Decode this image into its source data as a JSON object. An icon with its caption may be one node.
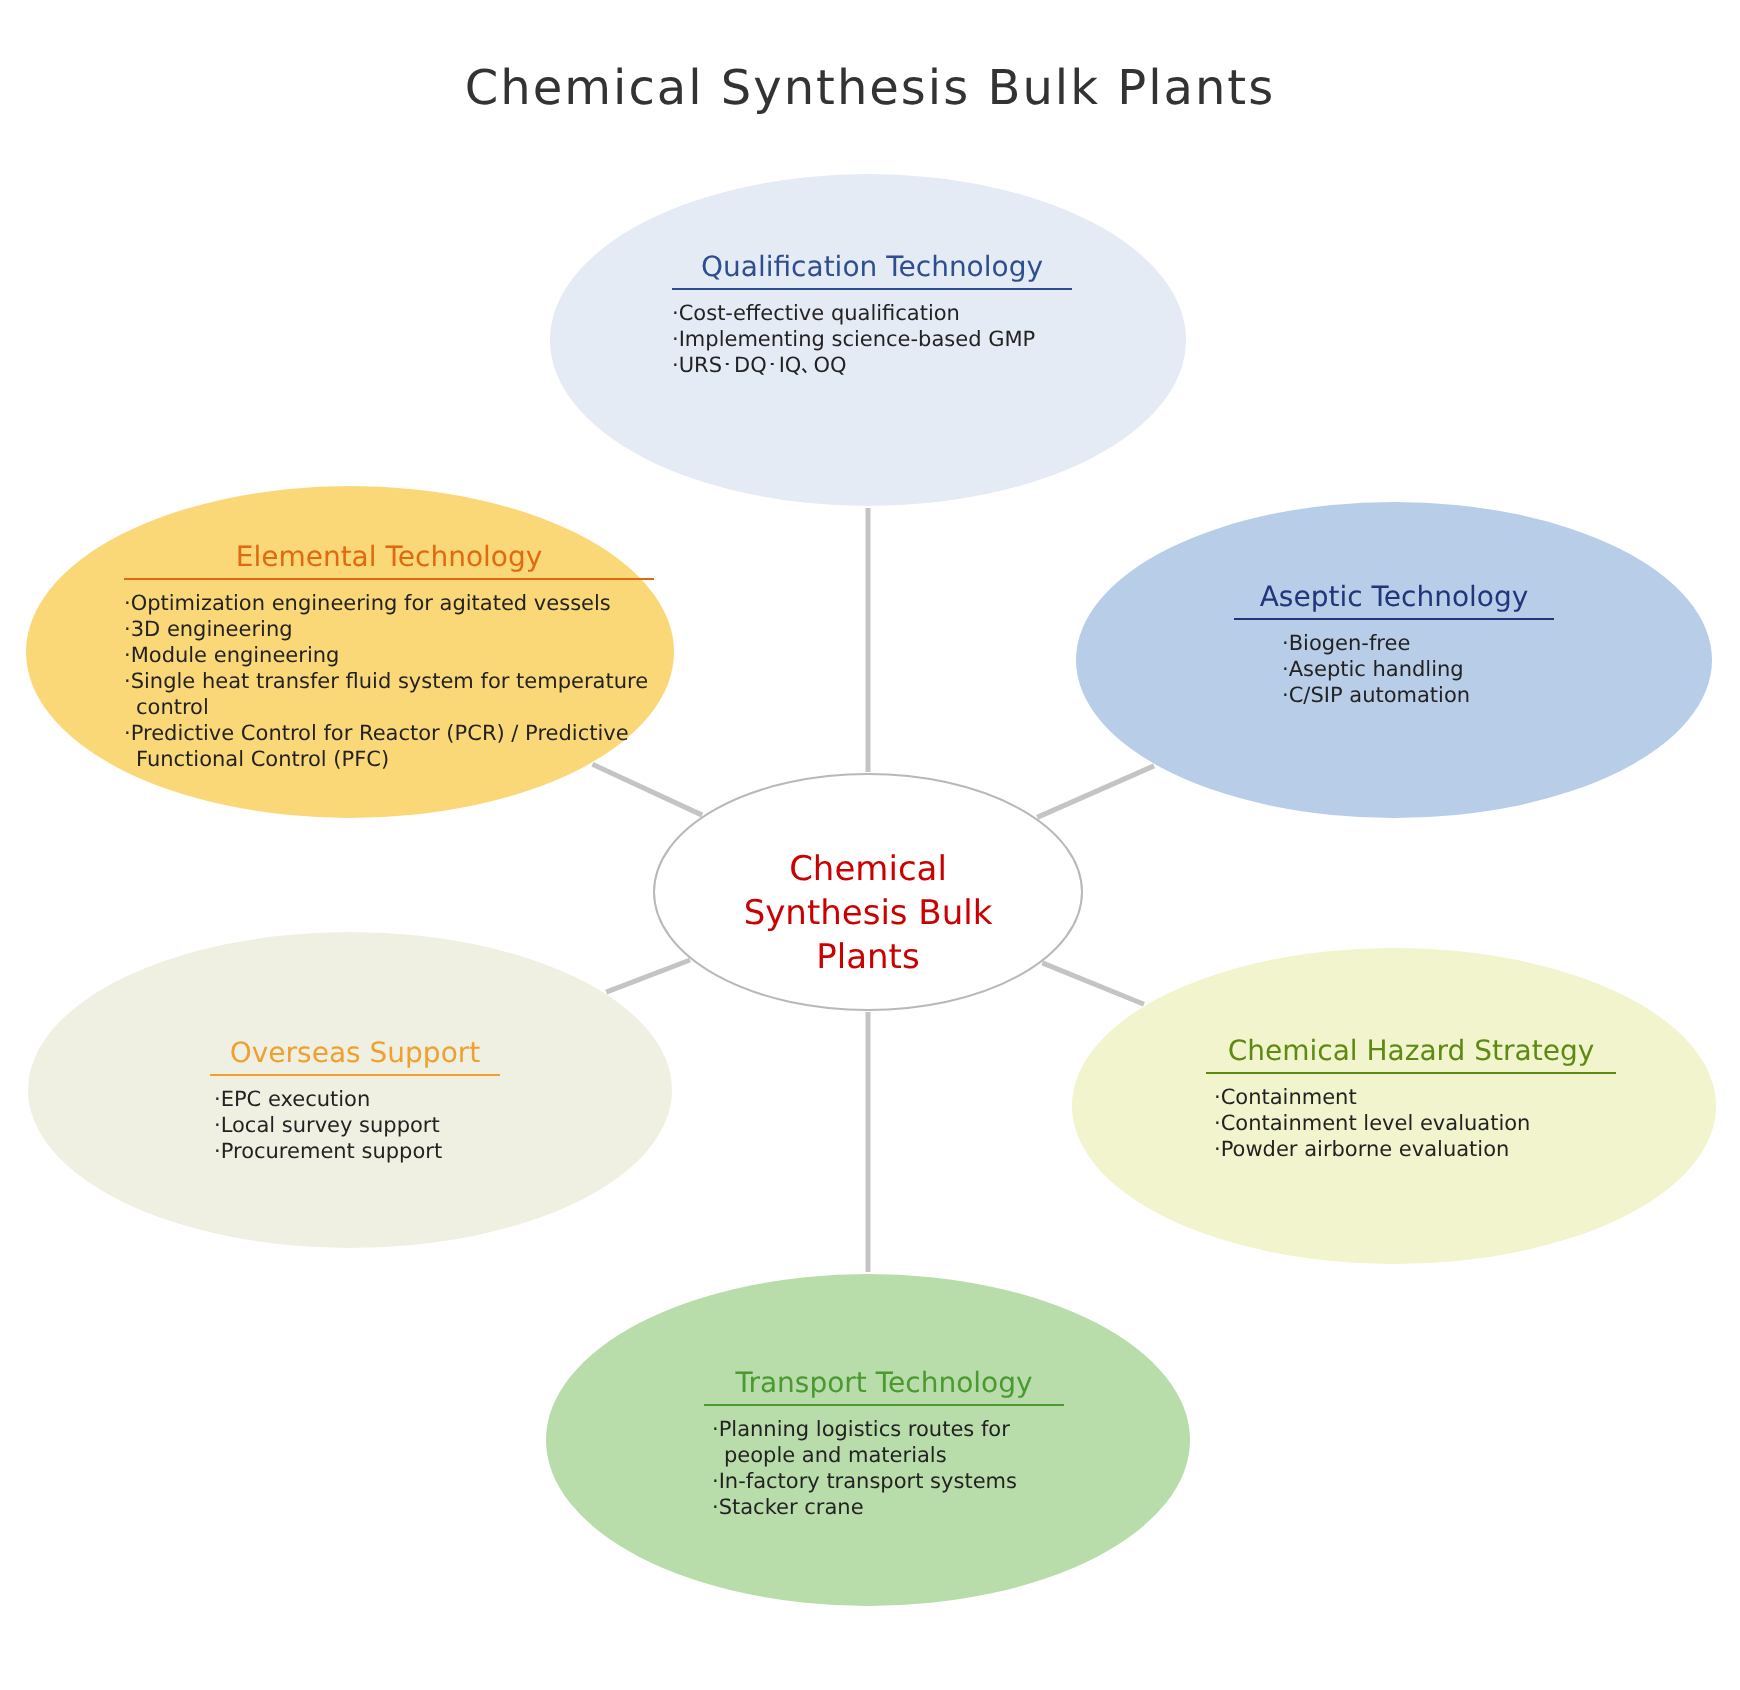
{
  "diagram": {
    "title": "Chemical Synthesis Bulk Plants",
    "nodes": [
      {
        "text": [
          "Qualification Technology",
          "·Cost-effective qualification",
          "·Implementing science-based GMP",
          "·URS･DQ･IQ､OQ"
        ]
      },
      {
        "text": [
          "Elemental Technology",
          "·Optimization engineering for agitated vessels",
          "·3D engineering",
          "·Module engineering",
          "·Single heat transfer fluid system for temperature control",
          "·Predictive Control for Reactor (PCR) / Predictive Functional Control (PFC)"
        ]
      },
      {
        "text": [
          "Aseptic Technology",
          "·Biogen-free",
          "·Aseptic handling",
          "·C/SIP automation"
        ]
      },
      {
        "text": [
          "Chemical Synthesis Bulk Plants"
        ]
      },
      {
        "text": [
          "Overseas Support",
          "·EPC execution",
          "·Local survey support",
          "·Procurement support"
        ]
      },
      {
        "text": [
          "Chemical Hazard Strategy",
          "·Containment",
          "·Containment level evaluation",
          "·Powder airborne evaluation"
        ]
      },
      {
        "text": [
          "Transport Technology",
          "·Planning logistics routes for people and materials",
          "·In-factory transport systems",
          "·Stacker crane"
        ]
      }
    ],
    "edges": [
      {
        "from": 3,
        "to": 0,
        "arrow": "none"
      },
      {
        "from": 3,
        "to": 1,
        "arrow": "none"
      },
      {
        "from": 3,
        "to": 2,
        "arrow": "none"
      },
      {
        "from": 3,
        "to": 4,
        "arrow": "none"
      },
      {
        "from": 3,
        "to": 5,
        "arrow": "none"
      },
      {
        "from": 3,
        "to": 6,
        "arrow": "none"
      }
    ]
  }
}
